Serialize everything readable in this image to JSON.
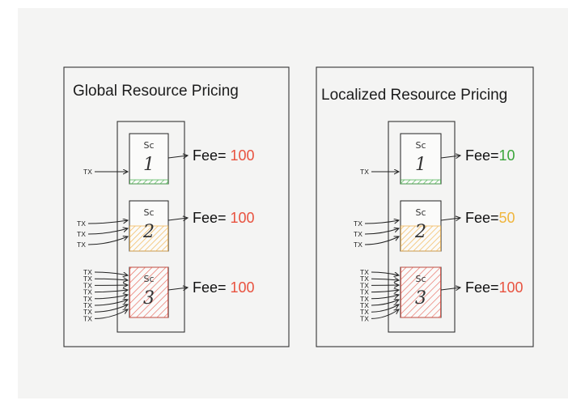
{
  "panels": [
    {
      "title": "Global Resource Pricing",
      "blocks": [
        {
          "label": "Sc",
          "number": "1",
          "tx_count": 1,
          "fee_label": "Fee=",
          "fee_value": "100",
          "fee_color": "#e8523f",
          "fill_level": 0.08,
          "fill_color": "#55b55a"
        },
        {
          "label": "Sc",
          "number": "2",
          "tx_count": 3,
          "fee_label": "Fee=",
          "fee_value": "100",
          "fee_color": "#e8523f",
          "fill_level": 0.5,
          "fill_color": "#f2b85a"
        },
        {
          "label": "Sc",
          "number": "3",
          "tx_count": 8,
          "fee_label": "Fee=",
          "fee_value": "100",
          "fee_color": "#e8523f",
          "fill_level": 1.0,
          "fill_color": "#e4584b"
        }
      ]
    },
    {
      "title": "Localized Resource Pricing",
      "blocks": [
        {
          "label": "Sc",
          "number": "1",
          "tx_count": 1,
          "fee_label": "Fee=",
          "fee_value": "10",
          "fee_color": "#3aa53a",
          "fill_level": 0.08,
          "fill_color": "#55b55a"
        },
        {
          "label": "Sc",
          "number": "2",
          "tx_count": 3,
          "fee_label": "Fee=",
          "fee_value": "50",
          "fee_color": "#f0b53c",
          "fill_level": 0.5,
          "fill_color": "#f2b85a"
        },
        {
          "label": "Sc",
          "number": "3",
          "tx_count": 8,
          "fee_label": "Fee=",
          "fee_value": "100",
          "fee_color": "#e8523f",
          "fill_level": 1.0,
          "fill_color": "#e4584b"
        }
      ]
    }
  ],
  "tx_label": "TX"
}
